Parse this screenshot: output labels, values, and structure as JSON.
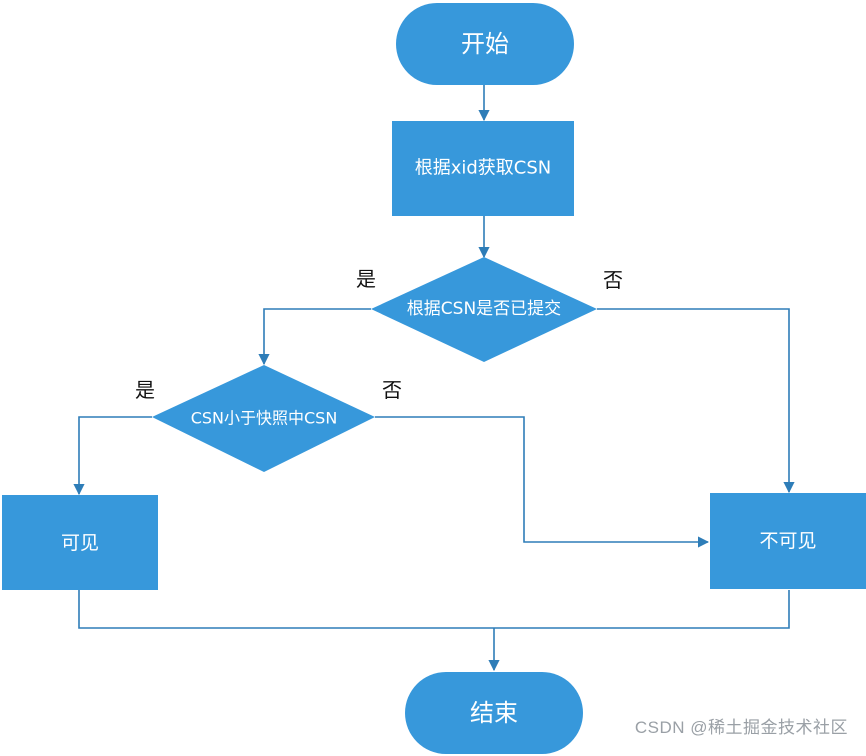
{
  "nodes": {
    "start": "开始",
    "get_csn": "根据xid获取CSN",
    "csn_committed": "根据CSN是否已提交",
    "csn_lt_snapshot": "CSN小于快照中CSN",
    "visible": "可见",
    "invisible": "不可见",
    "end": "结束"
  },
  "edge_labels": {
    "yes_1": "是",
    "no_1": "否",
    "yes_2": "是",
    "no_2": "否"
  },
  "watermark": "CSDN @稀土掘金技术社区",
  "colors": {
    "node_fill": "#3798DB",
    "edge": "#2E7DB8",
    "node_text": "#FFFFFF"
  }
}
